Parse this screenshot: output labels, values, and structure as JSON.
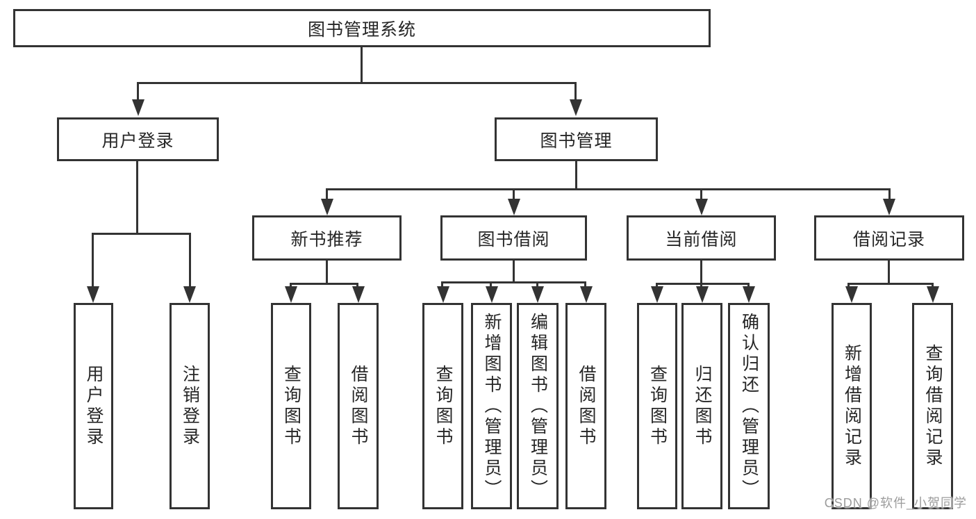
{
  "diagram": {
    "title": "图书管理系统",
    "watermark": "CSDN @软件_小贺同学",
    "colors": {
      "line": "#333333",
      "box_border": "#333333",
      "text": "#262626",
      "background": "#ffffff",
      "watermark_text": "#9c9c9c"
    },
    "nodes": {
      "root": "图书管理系统",
      "user_login": "用户登录",
      "book_mgmt": "图书管理",
      "new_book_rec": "新书推荐",
      "book_borrow": "图书借阅",
      "current_borrow": "当前借阅",
      "borrow_records": "借阅记录",
      "leaf_user_login": "用户登录",
      "leaf_logout": "注销登录",
      "leaf_rec_query_books": "查询图书",
      "leaf_rec_borrow_books": "借阅图书",
      "leaf_bb_query_books": "查询图书",
      "leaf_bb_add_books_admin": "新增图书（管理员）",
      "leaf_bb_edit_books_admin": "编辑图书（管理员）",
      "leaf_bb_borrow_books": "借阅图书",
      "leaf_cb_query_books": "查询图书",
      "leaf_cb_return_books": "归还图书",
      "leaf_cb_confirm_return_admin": "确认归还（管理员）",
      "leaf_br_add_record": "新增借阅记录",
      "leaf_br_query_record": "查询借阅记录"
    }
  }
}
